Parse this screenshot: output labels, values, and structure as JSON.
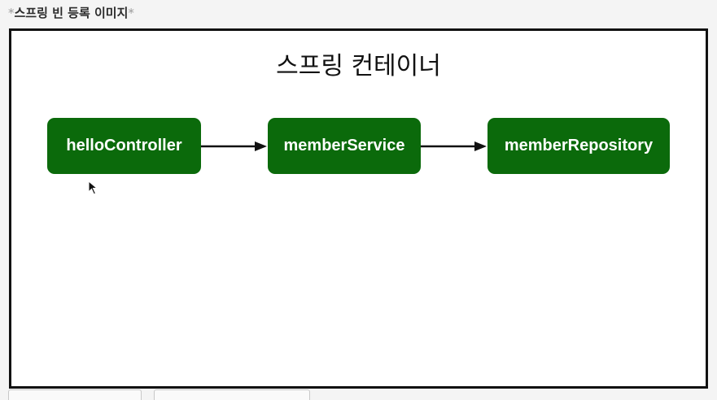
{
  "heading": {
    "star_left": "*",
    "text": "스프링 빈 등록 이미지",
    "star_right": "*"
  },
  "diagram": {
    "container_title": "스프링 컨테이너",
    "beans": [
      {
        "label": "helloController"
      },
      {
        "label": "memberService"
      },
      {
        "label": "memberRepository"
      }
    ],
    "colors": {
      "bean_fill": "#0b6a0b",
      "bean_text": "#ffffff",
      "arrow": "#111111",
      "frame": "#111111"
    }
  }
}
